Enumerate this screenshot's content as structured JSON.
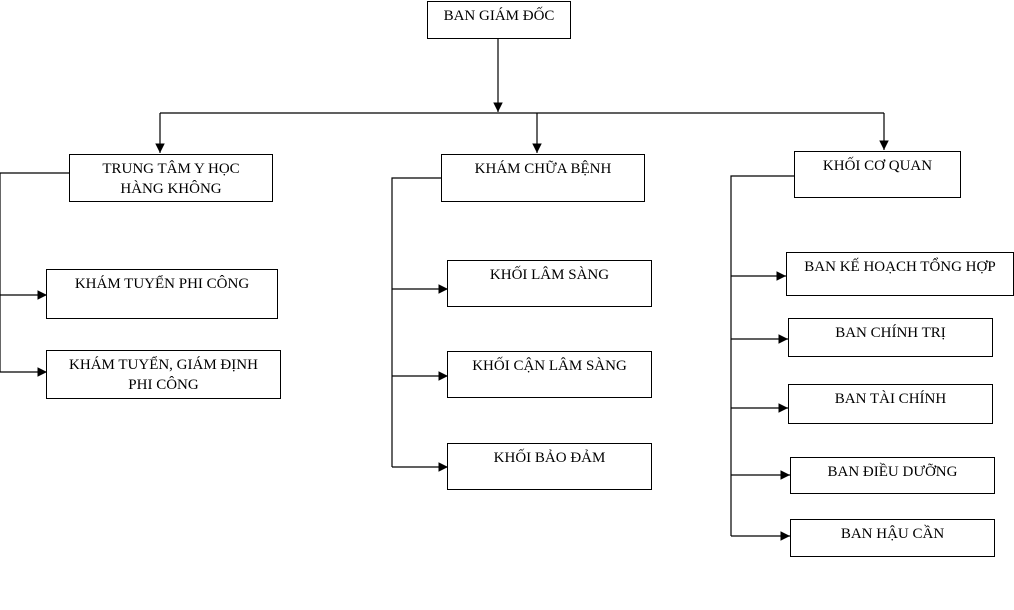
{
  "root": {
    "label": "BAN GIÁM ĐỐC"
  },
  "branches": [
    {
      "label": "TRUNG TÂM Y HỌC\nHÀNG KHÔNG",
      "children": [
        "KHÁM TUYỂN PHI CÔNG",
        "KHÁM TUYỂN, GIÁM ĐỊNH\nPHI CÔNG"
      ]
    },
    {
      "label": "KHÁM CHỮA BỆNH",
      "children": [
        "KHỐI LÂM SÀNG",
        "KHỐI CẬN LÂM SÀNG",
        "KHỐI BẢO ĐẢM"
      ]
    },
    {
      "label": "KHỐI CƠ QUAN",
      "children": [
        "BAN KẾ HOẠCH TỔNG HỢP",
        "BAN CHÍNH TRỊ",
        "BAN TÀI CHÍNH",
        "BAN ĐIỀU DƯỠNG",
        "BAN HẬU CẦN"
      ]
    }
  ]
}
